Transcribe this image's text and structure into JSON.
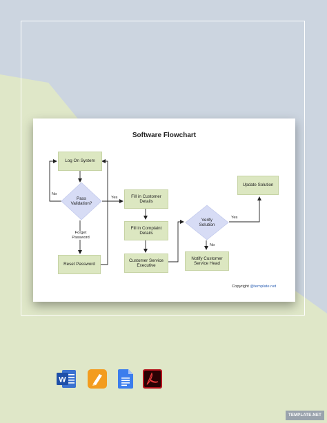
{
  "title": "Software Flowchart",
  "nodes": {
    "log_on": "Log On System",
    "pass_validation": "Pass Validation?",
    "reset_password": "Reset Password",
    "fill_customer": "Fill in Customer Details",
    "fill_complaint": "Fill in Complaint Details",
    "cs_executive": "Customer Service Executive",
    "verify_solution": "Verify Solution",
    "notify_head": "Notify Customer Service Head",
    "update_solution": "Update Solution"
  },
  "edge_labels": {
    "no_left": "No",
    "yes_right": "Yes",
    "forget_password": "Forget Password",
    "verify_yes": "Yes",
    "verify_no": "No"
  },
  "copyright": {
    "prefix": "Copyright ",
    "link": "@template.net"
  },
  "badge": "TEMPLATE.NET",
  "icons": [
    "word-icon",
    "pages-icon",
    "google-docs-icon",
    "pdf-icon"
  ],
  "colors": {
    "box_fill": "#dce7c1",
    "diamond_fill": "#d7dcf5",
    "background_blue": "#ccd5e0",
    "background_green": "#dfe7c8"
  }
}
